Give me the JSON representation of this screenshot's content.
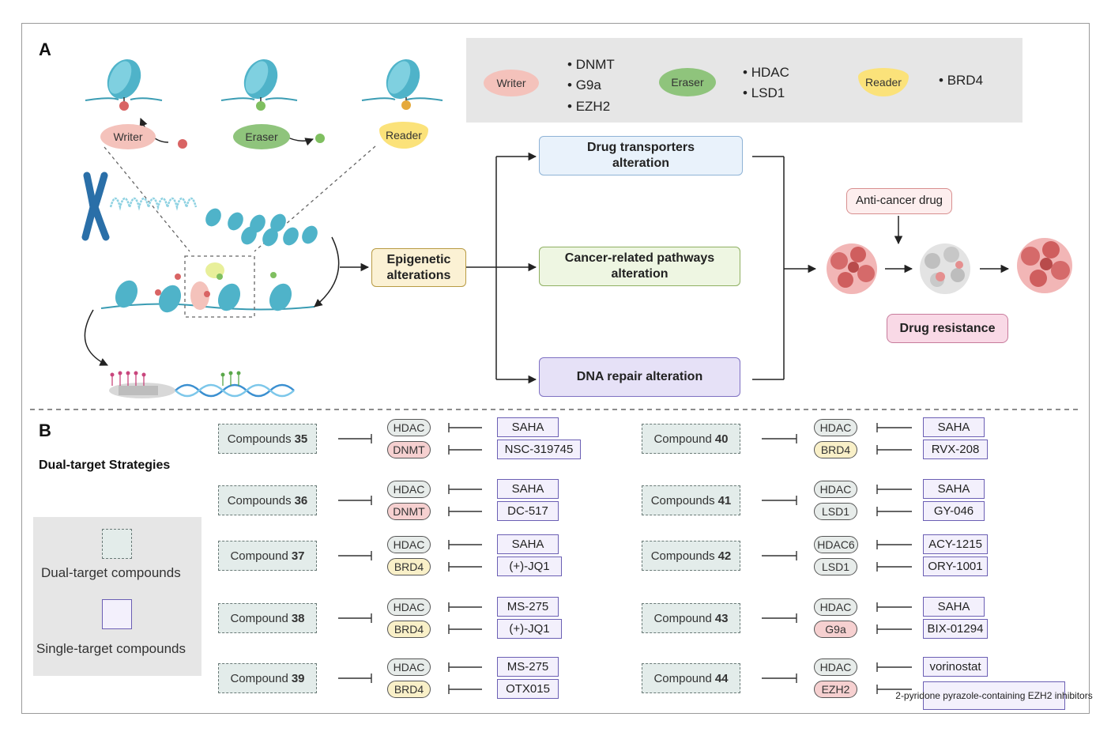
{
  "panel_a": {
    "letter": "A",
    "legend": {
      "writer_label": "Writer",
      "writer_items": [
        "DNMT",
        "G9a",
        "EZH2"
      ],
      "eraser_label": "Eraser",
      "eraser_items": [
        "HDAC",
        "LSD1"
      ],
      "reader_label": "Reader",
      "reader_items": [
        "BRD4"
      ]
    },
    "illustration": {
      "writer_label": "Writer",
      "eraser_label": "Eraser",
      "reader_label": "Reader"
    },
    "epigenetic": "Epigenetic alterations",
    "transporters": "Drug transporters alteration",
    "pathways": "Cancer-related pathways alteration",
    "dna_repair": "DNA repair alteration",
    "anticancer": "Anti-cancer drug",
    "resistance": "Drug resistance"
  },
  "panel_b": {
    "letter": "B",
    "strategies_title": "Dual-target Strategies",
    "legend_dual": "Dual-target compounds",
    "legend_single": "Single-target compounds",
    "left_column": [
      {
        "prefix": "Compounds",
        "number": "35",
        "targets": [
          "HDAC",
          "DNMT"
        ],
        "drugs": [
          "SAHA",
          "NSC-319745"
        ]
      },
      {
        "prefix": "Compounds",
        "number": "36",
        "targets": [
          "HDAC",
          "DNMT"
        ],
        "drugs": [
          "SAHA",
          "DC-517"
        ]
      },
      {
        "prefix": "Compound",
        "number": "37",
        "targets": [
          "HDAC",
          "BRD4"
        ],
        "drugs": [
          "SAHA",
          "(+)-JQ1"
        ]
      },
      {
        "prefix": "Compound",
        "number": "38",
        "targets": [
          "HDAC",
          "BRD4"
        ],
        "drugs": [
          "MS-275",
          "(+)-JQ1"
        ]
      },
      {
        "prefix": "Compound",
        "number": "39",
        "targets": [
          "HDAC",
          "BRD4"
        ],
        "drugs": [
          "MS-275",
          "OTX015"
        ]
      }
    ],
    "right_column": [
      {
        "prefix": "Compound",
        "number": "40",
        "targets": [
          "HDAC",
          "BRD4"
        ],
        "drugs": [
          "SAHA",
          "RVX-208"
        ]
      },
      {
        "prefix": "Compounds",
        "number": "41",
        "targets": [
          "HDAC",
          "LSD1"
        ],
        "drugs": [
          "SAHA",
          "GY-046"
        ]
      },
      {
        "prefix": "Compounds",
        "number": "42",
        "targets": [
          "HDAC6",
          "LSD1"
        ],
        "drugs": [
          "ACY-1215",
          "ORY-1001"
        ]
      },
      {
        "prefix": "Compound",
        "number": "43",
        "targets": [
          "HDAC",
          "G9a"
        ],
        "drugs": [
          "SAHA",
          "BIX-01294"
        ]
      },
      {
        "prefix": "Compound",
        "number": "44",
        "targets": [
          "HDAC",
          "EZH2"
        ],
        "drugs": [
          "vorinostat",
          "2-pyridone pyrazole-containing EZH2 inhibitors"
        ]
      }
    ]
  },
  "colors": {
    "writer": "#f4c2bb",
    "eraser": "#8fc47c",
    "reader": "#fbe27a",
    "nucleosome": "#4fb3c9",
    "transporters_fill": "#e9f2fb",
    "pathways_fill": "#eef6e2",
    "dna_fill": "#e6e1f7",
    "epigenetic_fill": "#fbf1d4",
    "resistance_fill": "#f9d9e6"
  }
}
